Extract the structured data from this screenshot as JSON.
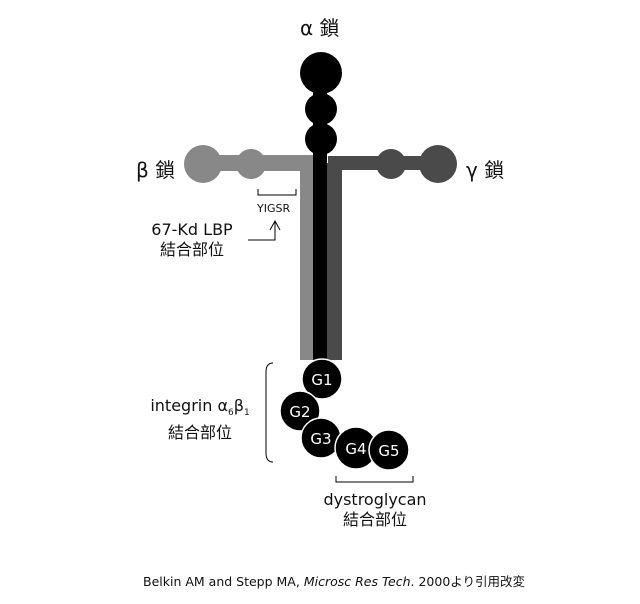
{
  "title": "α 鎖",
  "alpha_chain": {
    "label": "α 鎖",
    "g_domains": [
      "G1",
      "G2",
      "G3",
      "G4",
      "G5"
    ]
  },
  "beta_chain": {
    "label": "β 鎖"
  },
  "gamma_chain": {
    "label": "γ 鎖"
  },
  "sites": {
    "yigsr": "YIGSR",
    "lbp_line1": "67-Kd LBP",
    "lbp_line2": "結合部位",
    "integrin_prefix": "integrin α",
    "integrin_sub1": "6",
    "integrin_beta": "β",
    "integrin_sub2": "1",
    "integrin_line2": "結合部位",
    "dystroglycan_line1": "dystroglycan",
    "dystroglycan_line2": "結合部位"
  },
  "citation": {
    "authors": "Belkin AM and Stepp MA, ",
    "journal": "Microsc Res Tech",
    "rest": ". 2000より引用改変"
  },
  "colors": {
    "alpha": "#000000",
    "beta": "#888888",
    "gamma": "#4a4a4a"
  }
}
